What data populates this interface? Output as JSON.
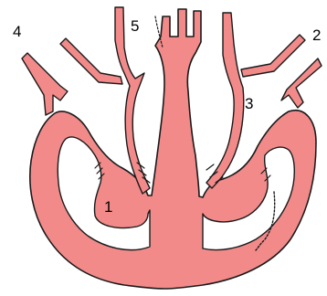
{
  "colors": {
    "vessel_fill": "#f28a8a",
    "vessel_stroke": "#1a1a1a",
    "background": "#ffffff",
    "label_text": "#000000"
  },
  "labels": {
    "one": "1",
    "two": "2",
    "three": "3",
    "four": "4",
    "five": "5"
  }
}
